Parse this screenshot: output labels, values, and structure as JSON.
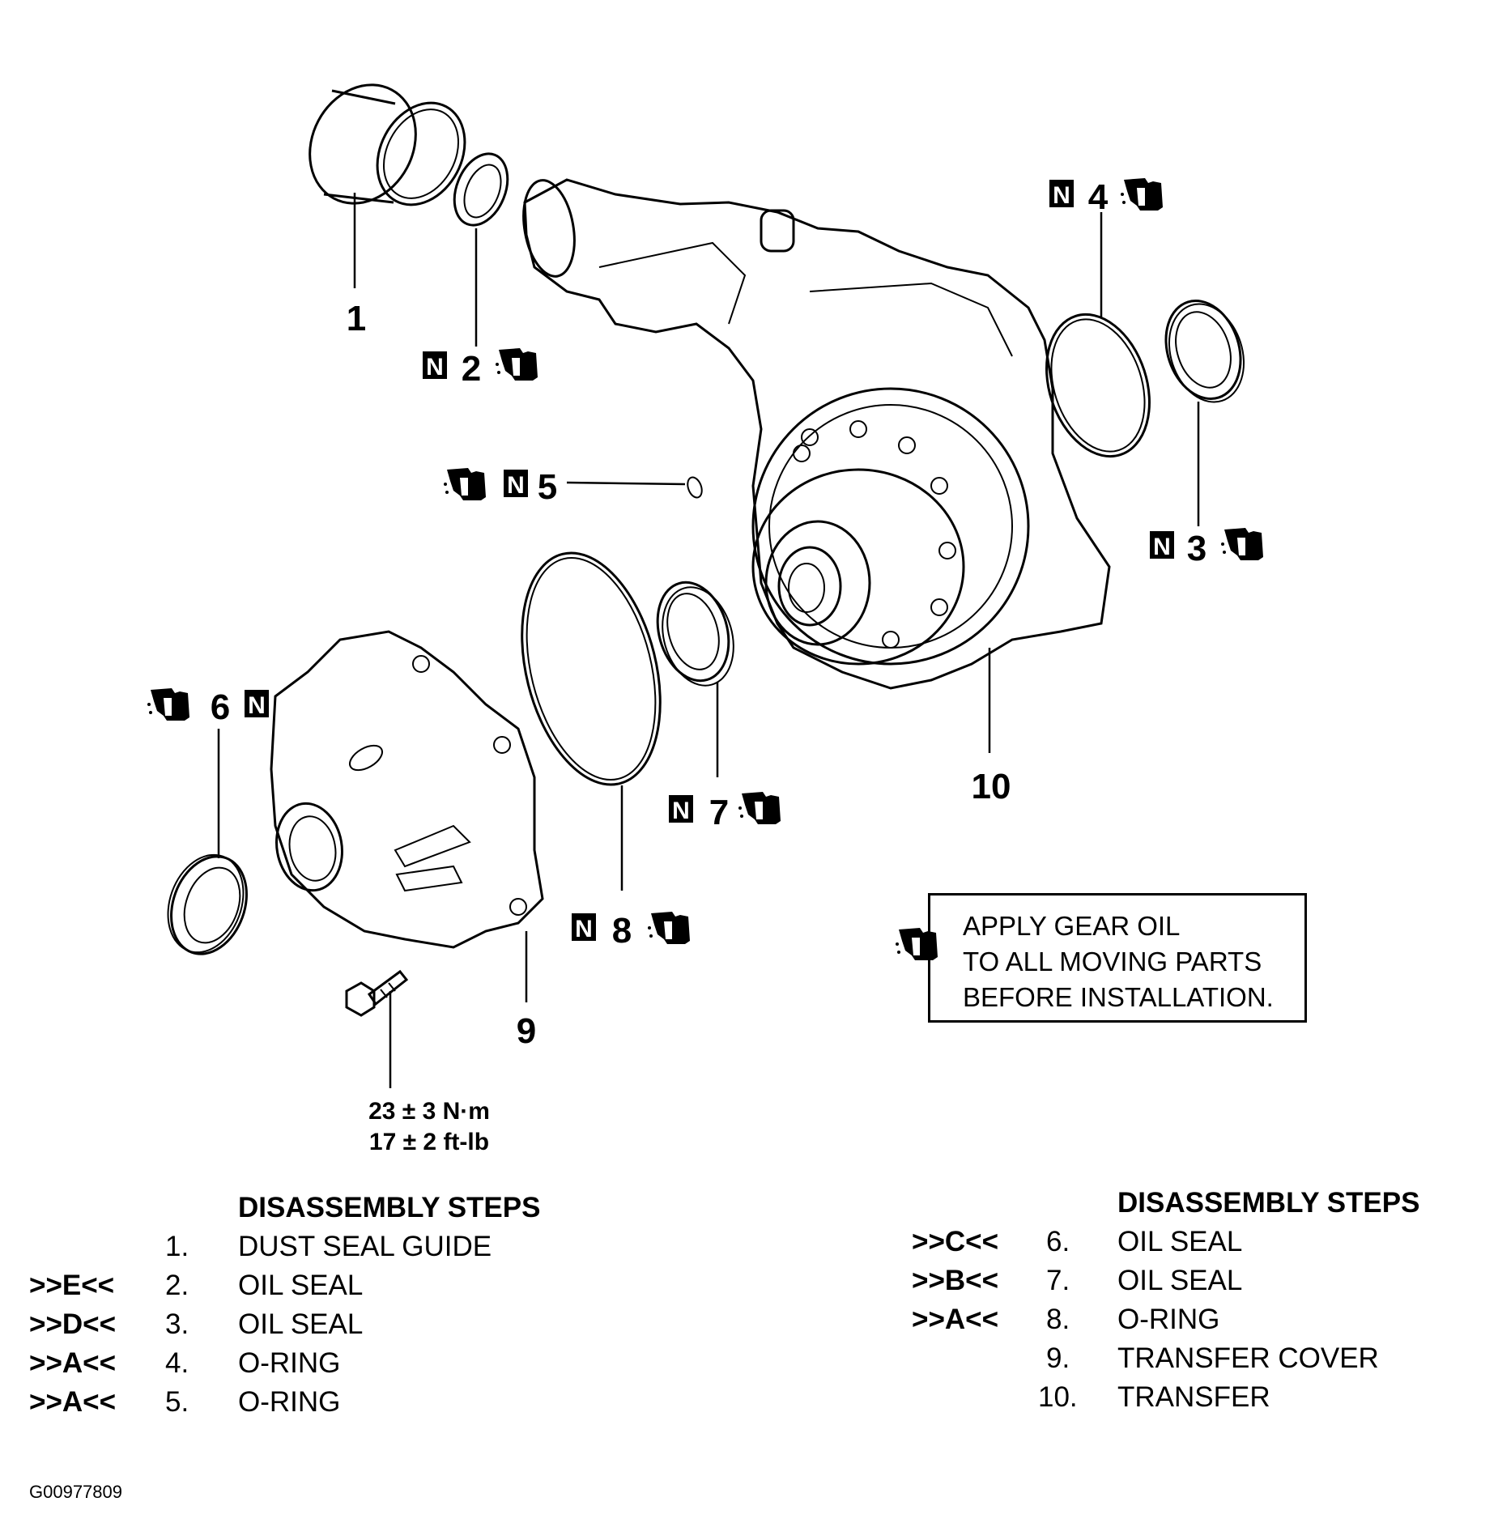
{
  "callouts": {
    "c1": "1",
    "c2": "2",
    "c3": "3",
    "c4": "4",
    "c5": "5",
    "c6": "6",
    "c7": "7",
    "c8": "8",
    "c9": "9",
    "c10": "10",
    "new_part_mark": "N"
  },
  "torque": {
    "metric": "23 ± 3 N·m",
    "imperial": "17 ± 2 ft-lb"
  },
  "note": {
    "lines": [
      "APPLY GEAR OIL",
      "TO ALL MOVING PARTS",
      "BEFORE INSTALLATION."
    ]
  },
  "steps_left": {
    "heading": "DISASSEMBLY STEPS",
    "items": [
      {
        "code": "",
        "num": "1.",
        "name": "DUST SEAL GUIDE"
      },
      {
        "code": ">>E<<",
        "num": "2.",
        "name": "OIL SEAL"
      },
      {
        "code": ">>D<<",
        "num": "3.",
        "name": "OIL SEAL"
      },
      {
        "code": ">>A<<",
        "num": "4.",
        "name": "O-RING"
      },
      {
        "code": ">>A<<",
        "num": "5.",
        "name": "O-RING"
      }
    ]
  },
  "steps_right": {
    "heading": "DISASSEMBLY STEPS",
    "items": [
      {
        "code": ">>C<<",
        "num": "6.",
        "name": "OIL SEAL"
      },
      {
        "code": ">>B<<",
        "num": "7.",
        "name": "OIL SEAL"
      },
      {
        "code": ">>A<<",
        "num": "8.",
        "name": "O-RING"
      },
      {
        "code": "",
        "num": "9.",
        "name": "TRANSFER COVER"
      },
      {
        "code": "",
        "num": "10.",
        "name": "TRANSFER"
      }
    ]
  },
  "figure_code": "G00977809",
  "icons": {
    "oil": "gear-oil-can-icon",
    "new_part": "new-part-n-icon"
  }
}
